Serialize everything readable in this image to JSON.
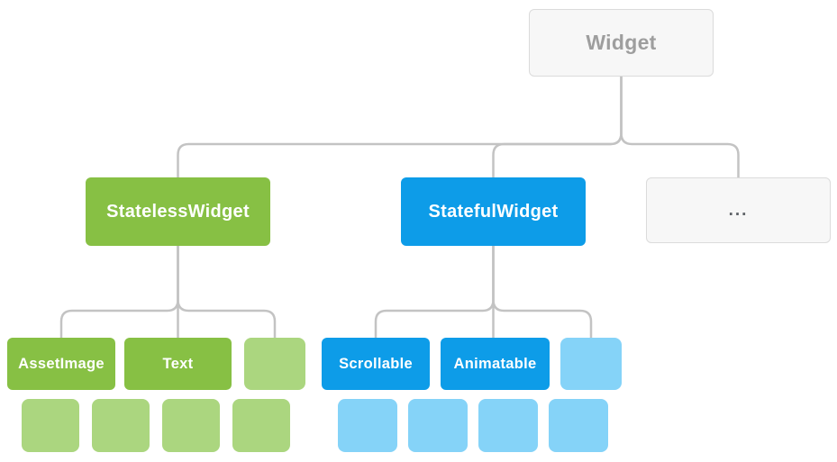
{
  "diagram": {
    "description": "Widget class hierarchy tree",
    "nodes": {
      "root": {
        "label": "Widget"
      },
      "stateless": {
        "label": "StatelessWidget"
      },
      "stateful": {
        "label": "StatefulWidget"
      },
      "other": {
        "label": "..."
      },
      "asset_image": {
        "label": "AssetImage"
      },
      "text_node": {
        "label": "Text"
      },
      "scrollable": {
        "label": "Scrollable"
      },
      "animatable": {
        "label": "Animatable"
      }
    },
    "placeholders": {
      "green_row3_count": 1,
      "blue_row3_count": 1,
      "green_row4_count": 4,
      "blue_row4_count": 4
    }
  },
  "colors": {
    "green": "#87c044",
    "green-light": "#abd67f",
    "blue": "#0d9ce8",
    "blue-light": "#85d3f8",
    "node-bg": "#f7f7f7",
    "node-border": "#dbdbdb",
    "muted-text": "#9e9e9e",
    "dots-text": "#5f6368",
    "line": "#c3c3c3"
  }
}
